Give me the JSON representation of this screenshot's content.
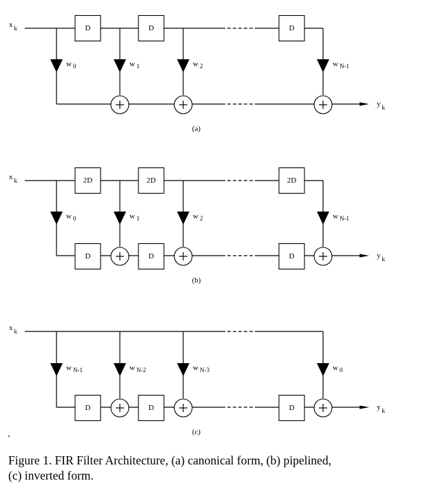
{
  "figure": {
    "caption_line1": "Figure 1.  FIR Filter Architecture, (a) canonical form, (b) pipelined,",
    "caption_line2": "(c) inverted form."
  },
  "diagrams": [
    {
      "id": "a",
      "label": "(a)",
      "input": {
        "base": "x",
        "sub": "k"
      },
      "output": {
        "base": "y",
        "sub": "k"
      },
      "top_delays": [
        "D",
        "D",
        "D"
      ],
      "bottom_delays": [],
      "weights": [
        {
          "base": "w",
          "sub": "0"
        },
        {
          "base": "w",
          "sub": "1"
        },
        {
          "base": "w",
          "sub": "2"
        },
        {
          "base": "w",
          "sub": "N-1"
        }
      ]
    },
    {
      "id": "b",
      "label": "(b)",
      "input": {
        "base": "x",
        "sub": "k"
      },
      "output": {
        "base": "y",
        "sub": "k"
      },
      "top_delays": [
        "2D",
        "2D",
        "2D"
      ],
      "bottom_delays": [
        "D",
        "D",
        "D"
      ],
      "weights": [
        {
          "base": "w",
          "sub": "0"
        },
        {
          "base": "w",
          "sub": "1"
        },
        {
          "base": "w",
          "sub": "2"
        },
        {
          "base": "w",
          "sub": "N-1"
        }
      ]
    },
    {
      "id": "c",
      "label": "(c)",
      "input": {
        "base": "x",
        "sub": "k"
      },
      "output": {
        "base": "y",
        "sub": "k"
      },
      "top_delays": [],
      "bottom_delays": [
        "D",
        "D",
        "D"
      ],
      "weights": [
        {
          "base": "w",
          "sub": "N-1"
        },
        {
          "base": "w",
          "sub": "N-2"
        },
        {
          "base": "w",
          "sub": "N-3"
        },
        {
          "base": "w",
          "sub": "0"
        }
      ]
    }
  ],
  "symbols": {
    "adder": "+"
  }
}
